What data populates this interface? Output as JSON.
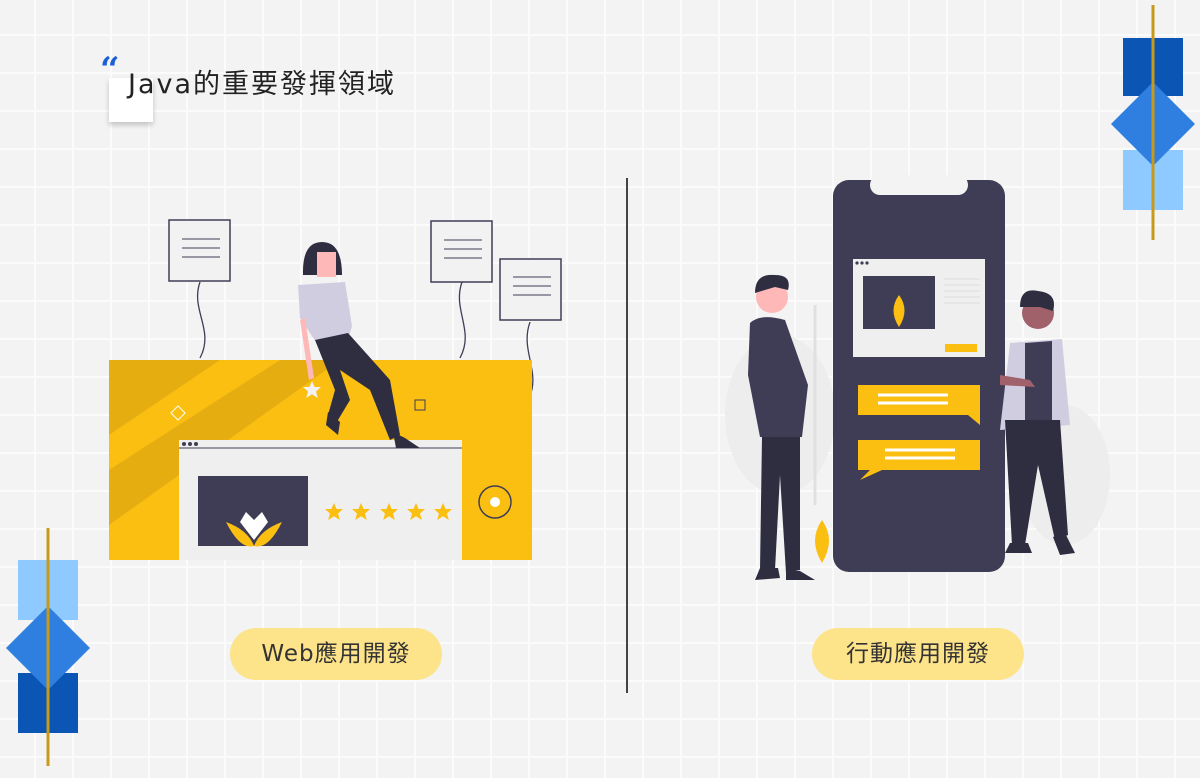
{
  "header": {
    "title": "Java的重要發揮領域",
    "quote_mark": "“"
  },
  "sections": [
    {
      "label": "Web應用開發",
      "rating_stars": 5
    },
    {
      "label": "行動應用開發"
    }
  ],
  "colors": {
    "accent_yellow": "#fbbf12",
    "dark": "#3f3d56",
    "blue": "#0b55b5",
    "light_blue": "#8ec9ff",
    "pill": "#fde38a"
  }
}
